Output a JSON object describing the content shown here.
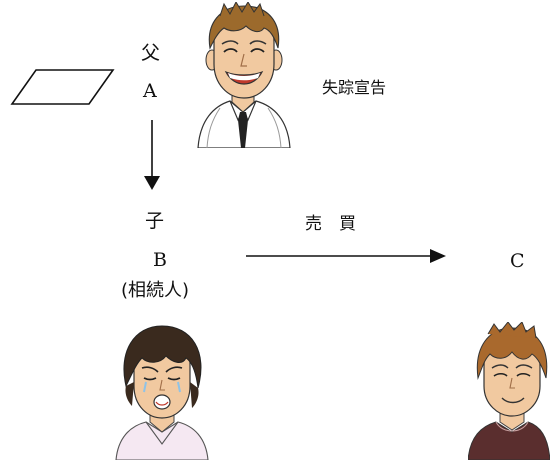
{
  "father": {
    "role": "父",
    "name": "A"
  },
  "status": "失踪宣告",
  "child": {
    "role": "子",
    "name": "B",
    "note": "(相続人)"
  },
  "transaction": "売　買",
  "buyer": {
    "name": "C"
  },
  "icons": {
    "document": "parallelogram-icon",
    "father_person": "smiling-man-tie-icon",
    "child_person": "crying-man-icon",
    "buyer_person": "smiling-young-man-icon"
  },
  "colors": {
    "line": "#111111",
    "skin": "#f1c9a0",
    "hair_father": "#9c6a2c",
    "hair_child": "#3a2a1e",
    "hair_buyer": "#a9692d",
    "shirt_child": "#f5e8f2",
    "shirt_buyer": "#5a2e2e"
  }
}
